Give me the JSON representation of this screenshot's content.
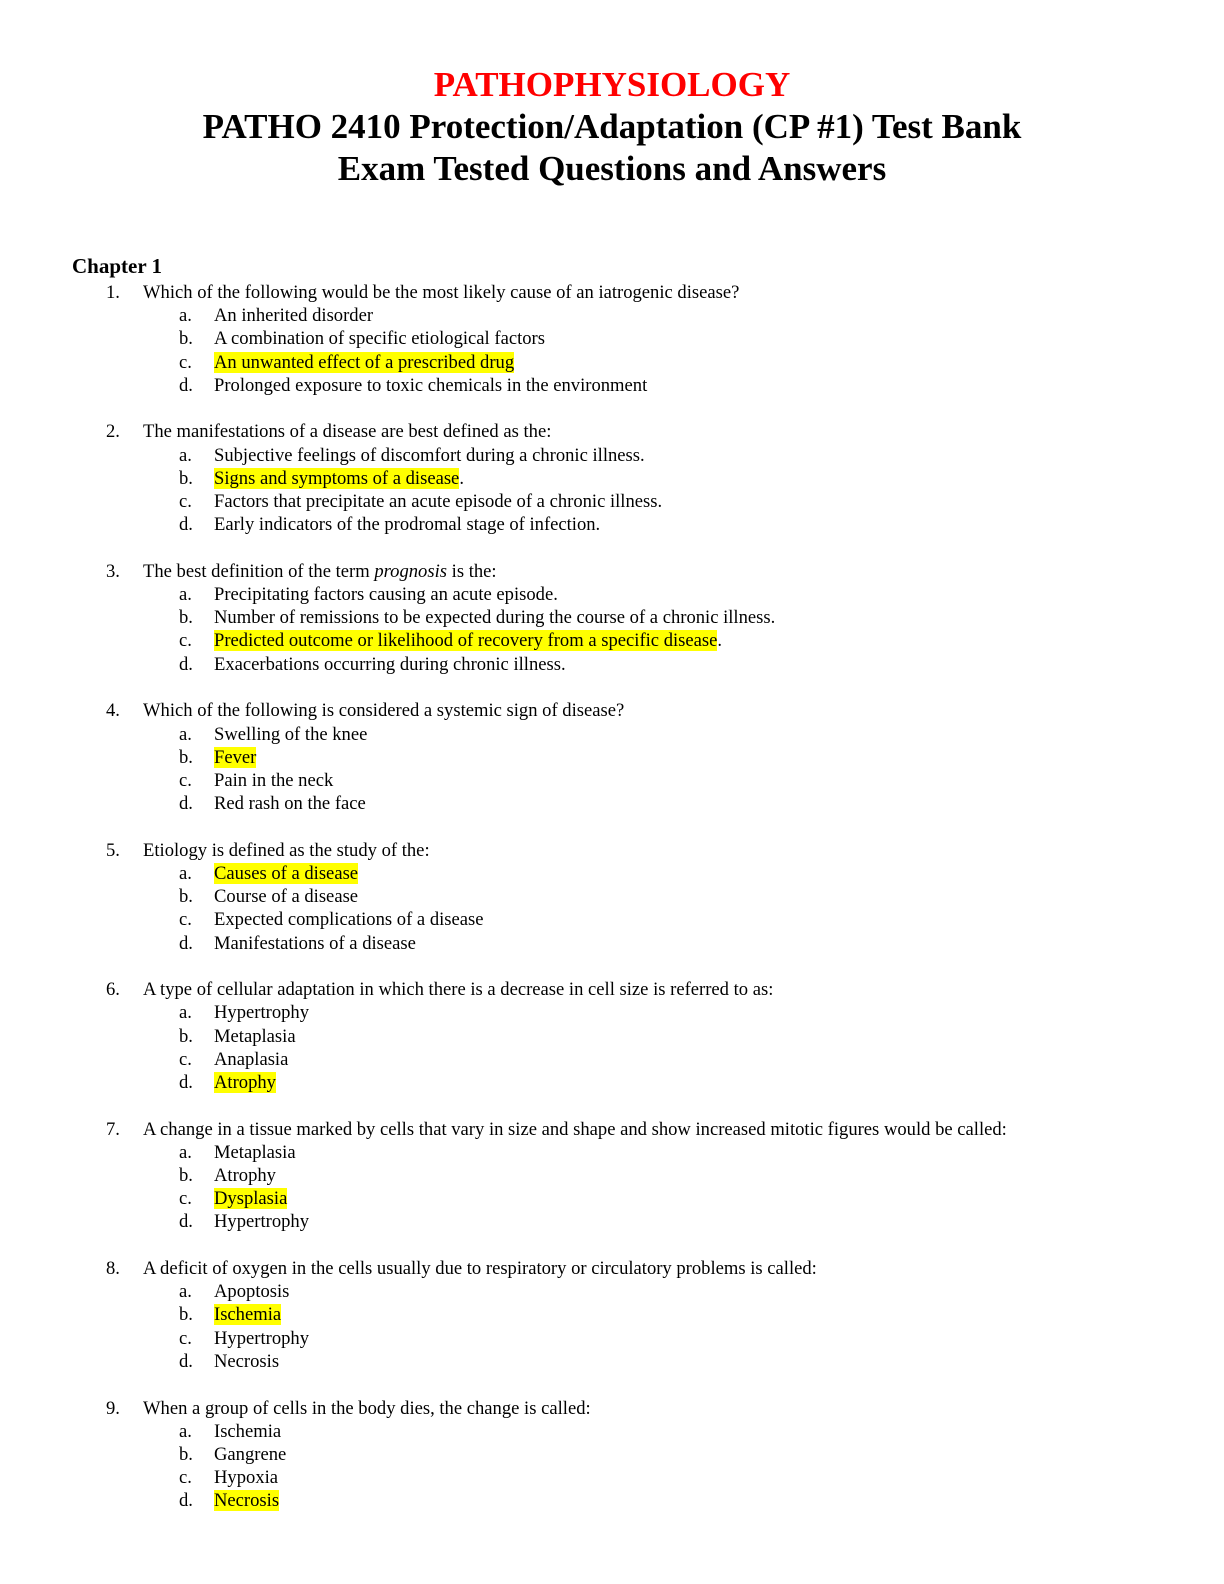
{
  "header": {
    "subject": "PATHOPHYSIOLOGY",
    "title_line1": "PATHO 2410 Protection/Adaptation (CP #1) Test Bank",
    "title_line2": "Exam Tested Questions and Answers"
  },
  "highlight_color": "#ffff00",
  "subject_color": "#ff0000",
  "chapter": "Chapter 1",
  "questions": [
    {
      "number": "1.",
      "text_before": "Which of the following would be the most likely cause of an iatrogenic disease?",
      "italic": "",
      "text_after": "",
      "options": [
        {
          "letter": "a.",
          "text": "An inherited disorder",
          "suffix": "",
          "correct": false
        },
        {
          "letter": "b.",
          "text": "A combination of specific etiological factors",
          "suffix": "",
          "correct": false
        },
        {
          "letter": "c.",
          "text": "An unwanted effect of a prescribed drug",
          "suffix": "",
          "correct": true
        },
        {
          "letter": "d.",
          "text": "Prolonged exposure to toxic chemicals in the environment",
          "suffix": "",
          "correct": false
        }
      ]
    },
    {
      "number": "2.",
      "text_before": "The manifestations of a disease are best defined as the:",
      "italic": "",
      "text_after": "",
      "options": [
        {
          "letter": "a.",
          "text": "Subjective feelings of discomfort during a chronic illness.",
          "suffix": "",
          "correct": false
        },
        {
          "letter": "b.",
          "text": "Signs and symptoms of a disease",
          "suffix": ".",
          "correct": true
        },
        {
          "letter": "c.",
          "text": "Factors that precipitate an acute episode of a chronic illness.",
          "suffix": "",
          "correct": false
        },
        {
          "letter": "d.",
          "text": "Early indicators of the prodromal stage of infection.",
          "suffix": "",
          "correct": false
        }
      ]
    },
    {
      "number": "3.",
      "text_before": "The best definition of the term ",
      "italic": "prognosis",
      "text_after": " is the:",
      "options": [
        {
          "letter": "a.",
          "text": "Precipitating factors causing an acute episode.",
          "suffix": "",
          "correct": false
        },
        {
          "letter": "b.",
          "text": "Number of remissions to be expected during the course of a chronic illness.",
          "suffix": "",
          "correct": false
        },
        {
          "letter": "c.",
          "text": "Predicted outcome or likelihood of recovery from a specific disease",
          "suffix": ".",
          "correct": true
        },
        {
          "letter": "d.",
          "text": "Exacerbations occurring during chronic illness.",
          "suffix": "",
          "correct": false
        }
      ]
    },
    {
      "number": "4.",
      "text_before": "Which of the following is considered a systemic sign of disease?",
      "italic": "",
      "text_after": "",
      "options": [
        {
          "letter": "a.",
          "text": "Swelling of the knee",
          "suffix": "",
          "correct": false
        },
        {
          "letter": "b.",
          "text": "Fever",
          "suffix": "",
          "correct": true
        },
        {
          "letter": "c.",
          "text": "Pain in the neck",
          "suffix": "",
          "correct": false
        },
        {
          "letter": "d.",
          "text": "Red rash on the face",
          "suffix": "",
          "correct": false
        }
      ]
    },
    {
      "number": "5.",
      "text_before": "Etiology is defined as the study of the:",
      "italic": "",
      "text_after": "",
      "options": [
        {
          "letter": "a.",
          "text": "Causes of a disease",
          "suffix": "",
          "correct": true
        },
        {
          "letter": "b.",
          "text": "Course of a disease",
          "suffix": "",
          "correct": false
        },
        {
          "letter": "c.",
          "text": "Expected complications of a disease",
          "suffix": "",
          "correct": false
        },
        {
          "letter": "d.",
          "text": "Manifestations of a disease",
          "suffix": "",
          "correct": false
        }
      ]
    },
    {
      "number": "6.",
      "text_before": "A type of cellular adaptation in which there is a decrease in cell size is referred to as:",
      "italic": "",
      "text_after": "",
      "options": [
        {
          "letter": "a.",
          "text": "Hypertrophy",
          "suffix": "",
          "correct": false
        },
        {
          "letter": "b.",
          "text": "Metaplasia",
          "suffix": "",
          "correct": false
        },
        {
          "letter": "c.",
          "text": "Anaplasia",
          "suffix": "",
          "correct": false
        },
        {
          "letter": "d.",
          "text": "Atrophy",
          "suffix": "",
          "correct": true
        }
      ]
    },
    {
      "number": "7.",
      "text_before": "A change in a tissue marked by cells that vary in size and shape and show increased mitotic figures would be called:",
      "italic": "",
      "text_after": "",
      "options": [
        {
          "letter": "a.",
          "text": "Metaplasia",
          "suffix": "",
          "correct": false
        },
        {
          "letter": "b.",
          "text": "Atrophy",
          "suffix": "",
          "correct": false
        },
        {
          "letter": "c.",
          "text": "Dysplasia",
          "suffix": "",
          "correct": true
        },
        {
          "letter": "d.",
          "text": "Hypertrophy",
          "suffix": "",
          "correct": false
        }
      ]
    },
    {
      "number": "8.",
      "text_before": "A deficit of oxygen in the cells usually due to respiratory or circulatory problems is called:",
      "italic": "",
      "text_after": "",
      "options": [
        {
          "letter": "a.",
          "text": "Apoptosis",
          "suffix": "",
          "correct": false
        },
        {
          "letter": "b.",
          "text": "Ischemia",
          "suffix": "",
          "correct": true
        },
        {
          "letter": "c.",
          "text": "Hypertrophy",
          "suffix": "",
          "correct": false
        },
        {
          "letter": "d.",
          "text": "Necrosis",
          "suffix": "",
          "correct": false
        }
      ]
    },
    {
      "number": "9.",
      "text_before": "When a group of cells in the body dies, the change is called:",
      "italic": "",
      "text_after": "",
      "options": [
        {
          "letter": "a.",
          "text": "Ischemia",
          "suffix": "",
          "correct": false
        },
        {
          "letter": "b.",
          "text": "Gangrene",
          "suffix": "",
          "correct": false
        },
        {
          "letter": "c.",
          "text": "Hypoxia",
          "suffix": "",
          "correct": false
        },
        {
          "letter": "d.",
          "text": "Necrosis",
          "suffix": "",
          "correct": true
        }
      ]
    }
  ]
}
